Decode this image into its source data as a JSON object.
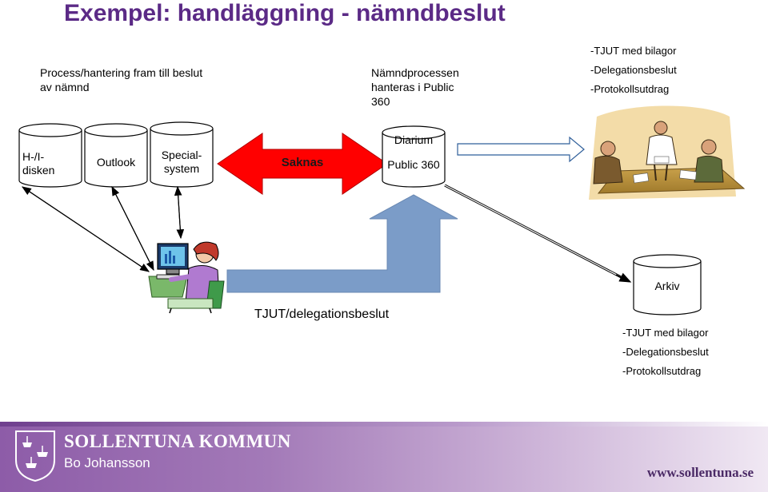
{
  "title": "Exempel: handläggning - nämndbeslut",
  "top_left_note": [
    "Process/hantering fram till beslut",
    "av nämnd"
  ],
  "top_center_note": [
    "Nämndprocessen",
    "hanteras i Public",
    "360"
  ],
  "top_right_list": [
    "-TJUT med bilagor",
    "-Delegationsbeslut",
    "-Protokollsutdrag"
  ],
  "systems": {
    "hi_disk": [
      "H-/I-",
      "disken"
    ],
    "outlook": "Outlook",
    "special": [
      "Special-",
      "system"
    ],
    "missing": "Saknas",
    "diarium_title": "Diarium",
    "diarium_system": "Public 360",
    "archive": "Arkiv"
  },
  "arrow_label": "TJUT/delegationsbeslut",
  "bottom_right_list": [
    "-TJUT med bilagor",
    "-Delegationsbeslut",
    "-Protokollsutdrag"
  ],
  "footer": {
    "org": "SOLLENTUNA KOMMUN",
    "author": "Bo Johansson",
    "website": "www.sollentuna.se"
  },
  "colors": {
    "title": "#5b2a86",
    "missing_arrow": "#ff0000",
    "blue_arrow": "#7b9cc8"
  },
  "icons": [
    "crest-icon",
    "meeting-illustration",
    "office-worker-illustration"
  ]
}
